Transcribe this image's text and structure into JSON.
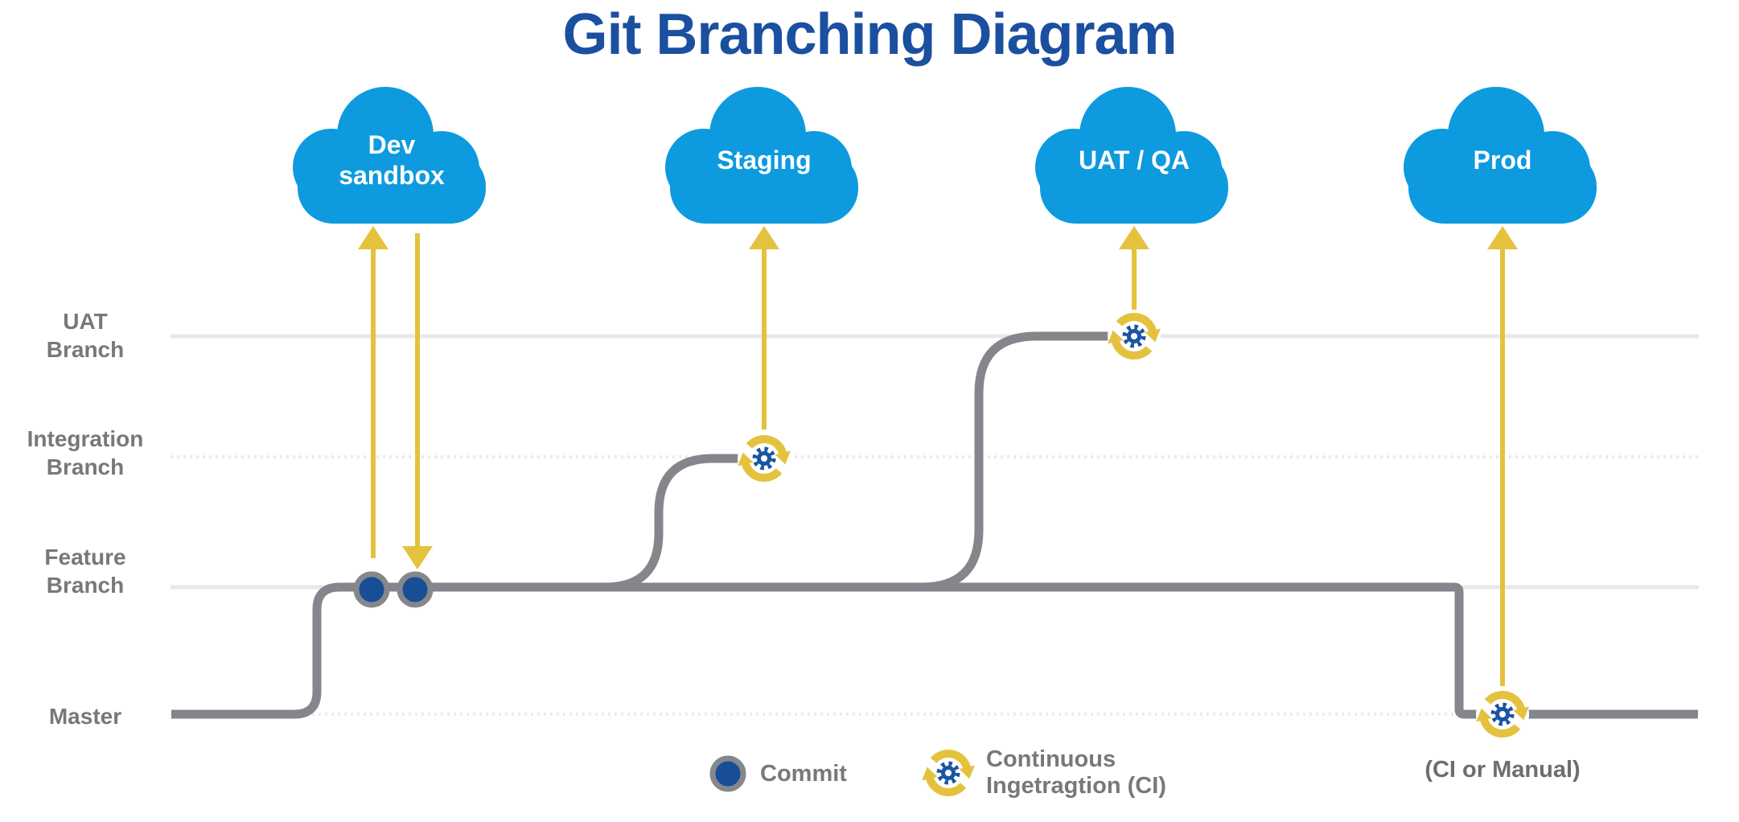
{
  "title": "Git Branching Diagram",
  "clouds": [
    {
      "label": "Dev\nsandbox",
      "icon": "cloud-icon"
    },
    {
      "label": "Staging",
      "icon": "cloud-icon"
    },
    {
      "label": "UAT / QA",
      "icon": "cloud-icon"
    },
    {
      "label": "Prod",
      "icon": "cloud-icon"
    }
  ],
  "branches": [
    {
      "label": "UAT\nBranch"
    },
    {
      "label": "Integration\nBranch"
    },
    {
      "label": "Feature\nBranch"
    },
    {
      "label": "Master"
    }
  ],
  "legend": {
    "commit_label": "Commit",
    "ci_label": "Continuous\nIngetragtion (CI)",
    "manual_label": "(CI or Manual)"
  },
  "icons": {
    "cloud": "cloud-icon",
    "ci": "ci-refresh-gear-icon",
    "commit": "commit-dot-icon",
    "arrow_up": "arrow-up-icon",
    "arrow_down": "arrow-down-icon"
  },
  "colors": {
    "title_blue": "#1B4FA0",
    "cloud_blue": "#0D9ADF",
    "arrow_yellow": "#E5C23D",
    "commit_node_blue": "#174E96",
    "gear_blue": "#1A55A5",
    "branch_line_gray": "#84868B",
    "label_gray": "#77787B",
    "gridline_gray": "#E8E8E8"
  }
}
